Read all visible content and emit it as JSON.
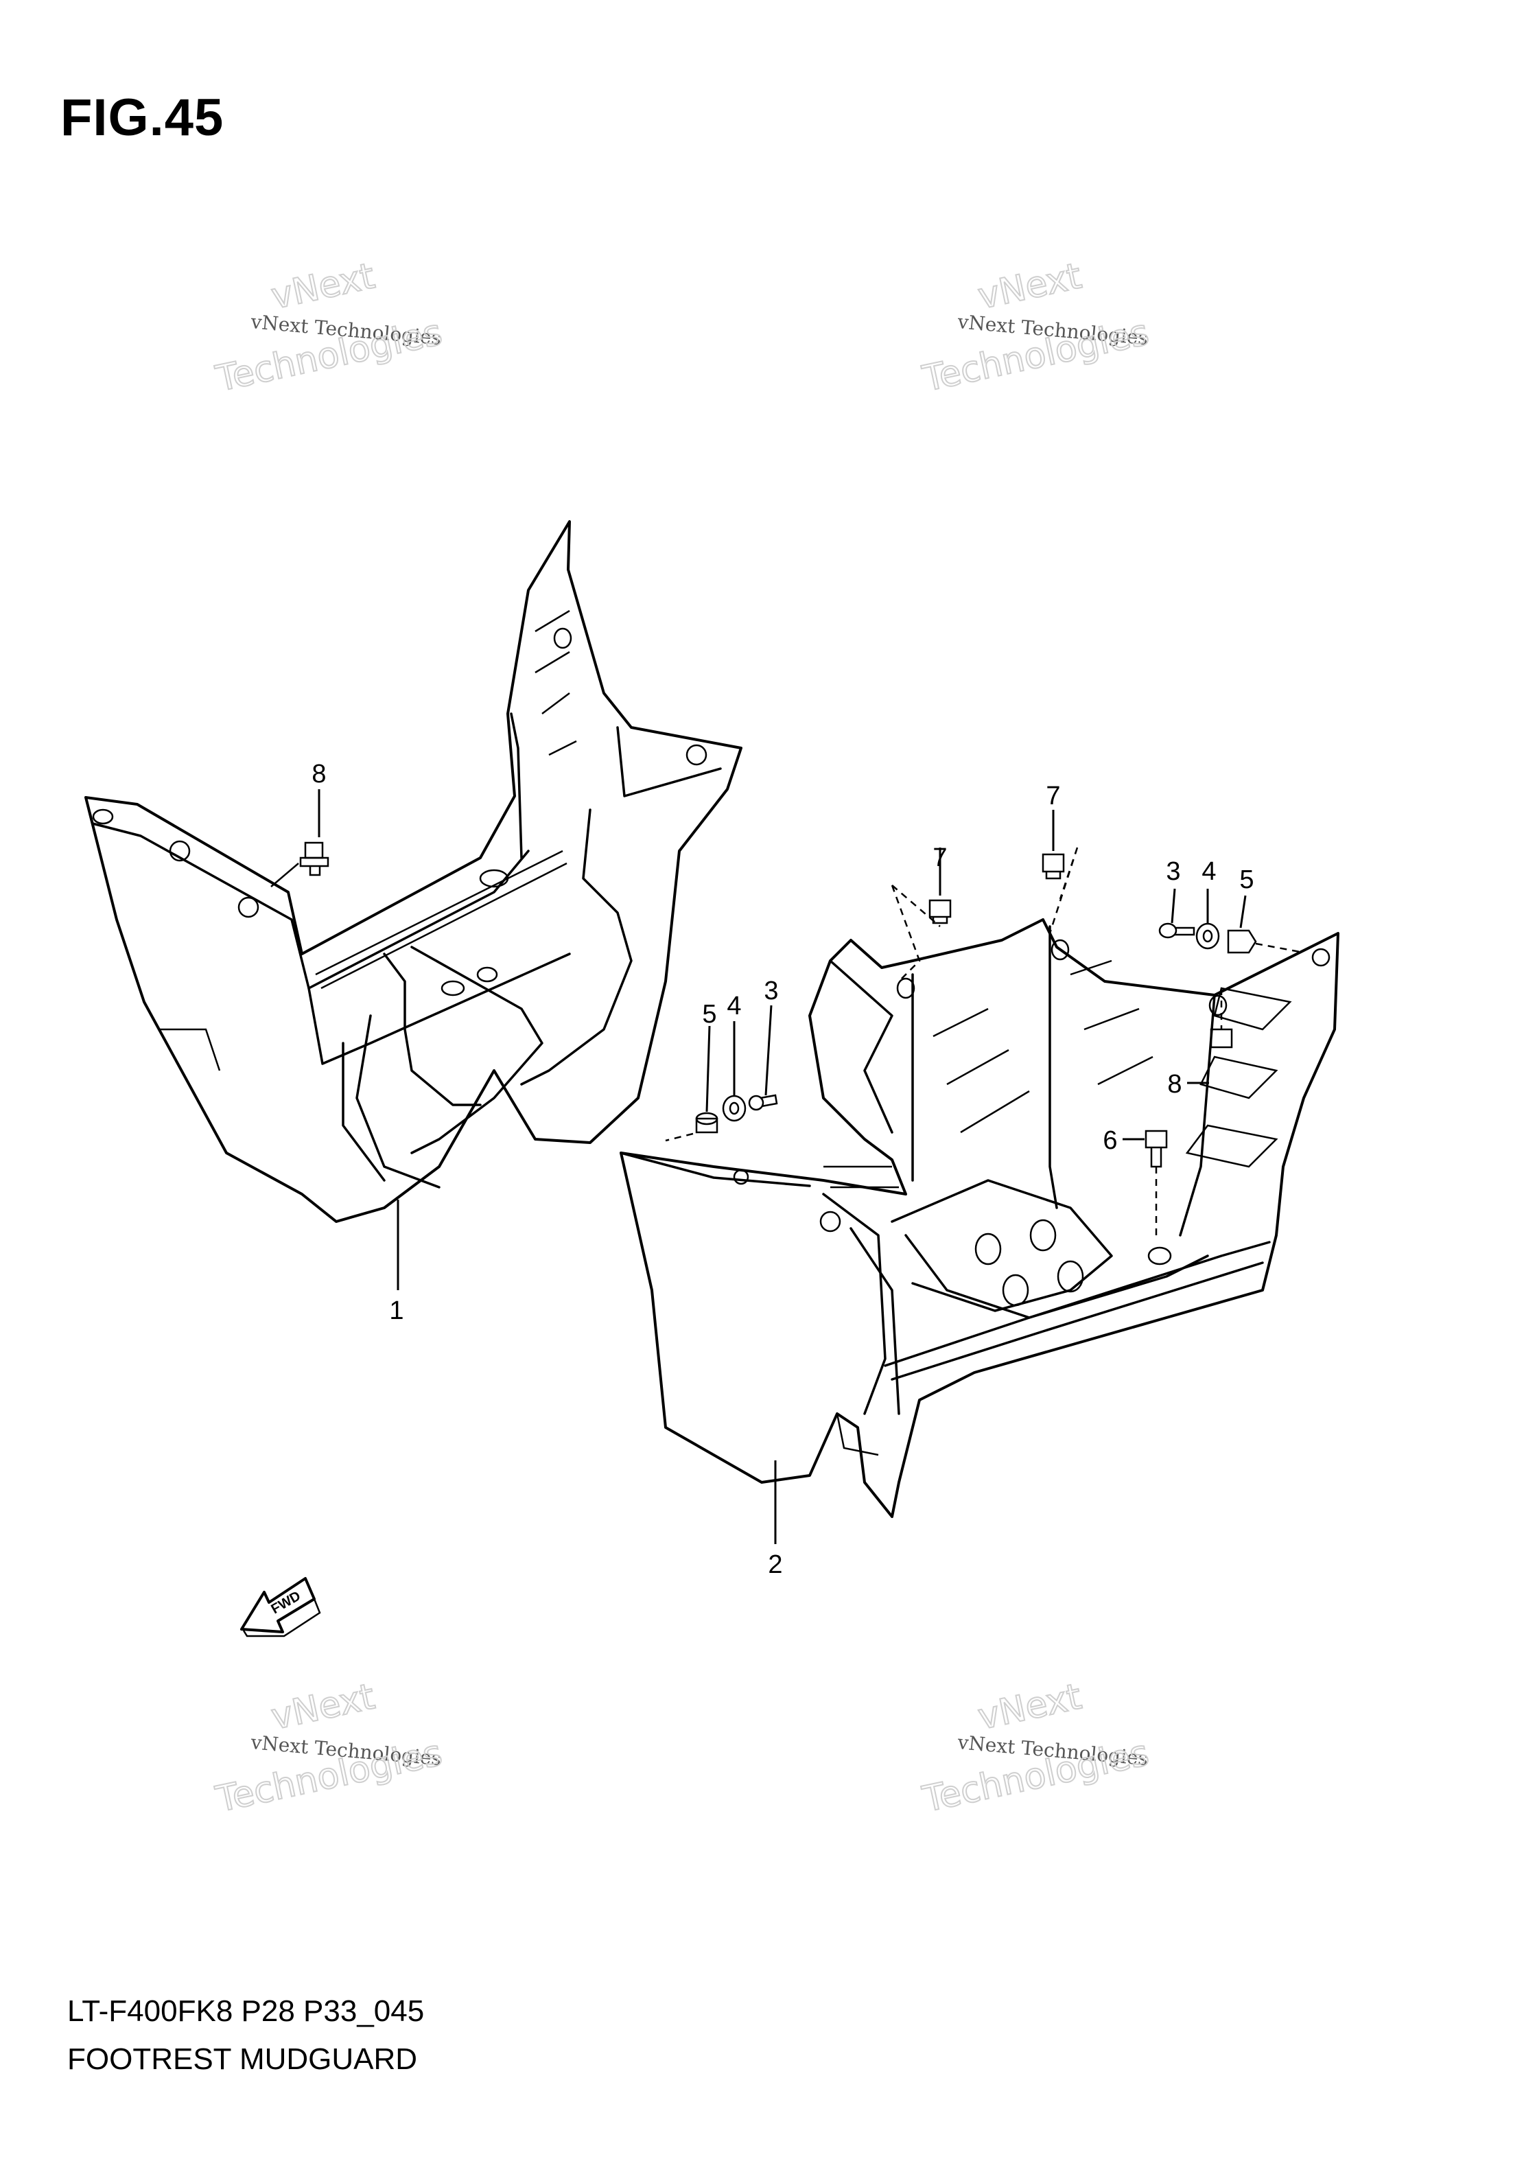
{
  "figure": {
    "title": "FIG.45",
    "code": "LT-F400FK8 P28 P33_045",
    "name": "FOOTREST MUDGUARD"
  },
  "callouts": {
    "part1": "1",
    "part2": "2",
    "left_bolt_8": "8",
    "right_top_7a": "7",
    "right_top_7b": "7",
    "right_3": "3",
    "right_4": "4",
    "right_5": "5",
    "left_5": "5",
    "left_4": "4",
    "left_3": "3",
    "right_8": "8",
    "right_6": "6"
  },
  "fwd_label": "FWD",
  "watermark": {
    "line1": "vNext",
    "line2": "vNext Technologies",
    "line3": "Technologies"
  }
}
